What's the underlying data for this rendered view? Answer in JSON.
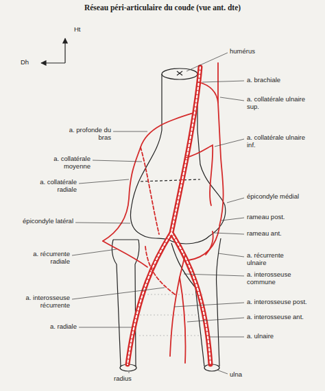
{
  "diagram": {
    "title": "Réseau péri-articulaire du coude (vue ant. dte)",
    "labels": [
      "Ht",
      "Dh",
      "humérus",
      "a. brachiale",
      "a. collatérale ulnaire sup.",
      "a. profonde du bras",
      "a. collatérale ulnaire inf.",
      "a. collatérale moyenne",
      "a. collatérale radiale",
      "épicondyle latéral",
      "épicondyle médial",
      "rameau post.",
      "rameau ant.",
      "a. récurrente radiale",
      "a. récurrente ulnaire",
      "a. interosseuse commune",
      "a. interosseuse post.",
      "a. interosseuse récurrente",
      "a. interosseuse ant.",
      "a. radiale",
      "a. ulnaire",
      "radius",
      "ulna"
    ]
  }
}
